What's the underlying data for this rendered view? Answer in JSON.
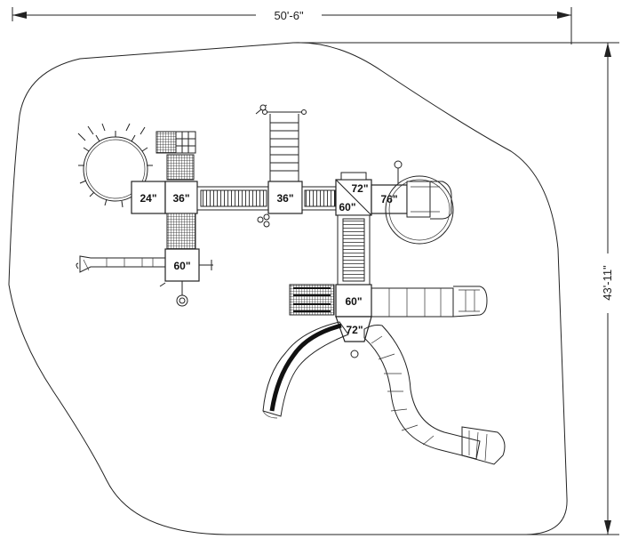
{
  "dimensions": {
    "width_label": "50'-6\"",
    "depth_label": "43'-11\""
  },
  "decks": {
    "d1": "24\"",
    "d2": "36\"",
    "d3": "36\"",
    "d4": "72\"",
    "d5": "60\"",
    "d6": "76\"",
    "d7": "60\"",
    "d8": "60\"",
    "d9": "72\""
  }
}
